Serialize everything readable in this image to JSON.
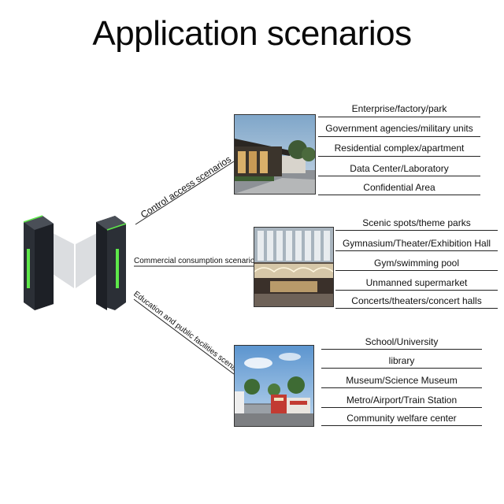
{
  "title": "Application scenarios",
  "groups": [
    {
      "label": "Control access scenarios",
      "items": [
        "Enterprise/factory/park",
        "Government agencies/military units",
        "Residential complex/apartment",
        "Data Center/Laboratory",
        "Confidential Area"
      ]
    },
    {
      "label": "Commercial consumption scenarios",
      "items": [
        "Scenic spots/theme parks",
        "Gymnasium/Theater/Exhibition Hall",
        "Gym/swimming pool",
        "Unmanned supermarket",
        "Concerts/theaters/concert halls"
      ]
    },
    {
      "label": "Education and public facilities scenario",
      "items": [
        "School/University",
        "library",
        "Museum/Science Museum",
        "Metro/Airport/Train Station",
        "Community welfare center"
      ]
    }
  ],
  "colors": {
    "led": "#5ee84a",
    "gate": "#2b2f36"
  }
}
